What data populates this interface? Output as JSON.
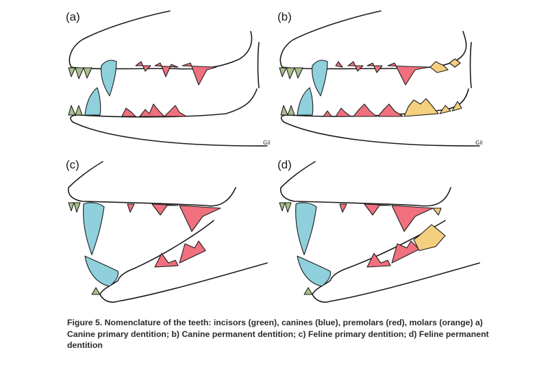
{
  "panels": [
    {
      "label": "(a)"
    },
    {
      "label": "(b)"
    },
    {
      "label": "(c)"
    },
    {
      "label": "(d)"
    }
  ],
  "signature": "Gil",
  "colors": {
    "incisor": "#a8c08a",
    "canine": "#8fd0dc",
    "premolar": "#f0707e",
    "molar": "#f4cf7e",
    "outline": "#1a1a1a"
  },
  "caption": "Figure 5. Nomenclature of the teeth: incisors (green), canines (blue), premolars (red), molars (orange) a) Canine primary dentition; b) Canine permanent dentition; c) Feline primary dentition; d) Feline permanent dentition"
}
